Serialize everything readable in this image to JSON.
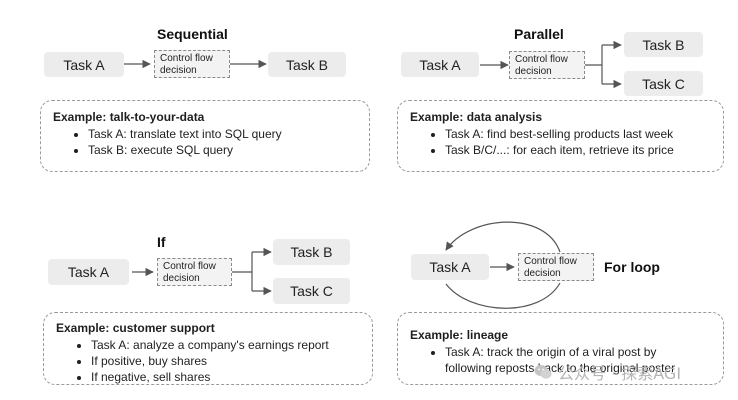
{
  "control_flow": {
    "line1": "Control flow",
    "line2": "decision"
  },
  "sequential": {
    "title": "Sequential",
    "task_a": "Task A",
    "task_b": "Task B",
    "example_title": "Example: talk-to-your-data",
    "bullets": [
      "Task A: translate text into SQL query",
      "Task B: execute SQL query"
    ]
  },
  "parallel": {
    "title": "Parallel",
    "task_a": "Task A",
    "task_b": "Task B",
    "task_c": "Task C",
    "example_title": "Example: data analysis",
    "bullets": [
      "Task A:  find best-selling products last week",
      "Task B/C/...: for each item, retrieve its price"
    ]
  },
  "if_flow": {
    "title": "If",
    "task_a": "Task A",
    "task_b": "Task B",
    "task_c": "Task C",
    "example_title": "Example: customer support",
    "bullets": [
      "Task A: analyze a company's earnings report",
      "If positive, buy shares",
      "If negative, sell shares"
    ]
  },
  "for_loop": {
    "title": "For loop",
    "task_a": "Task A",
    "example_title": "Example: lineage",
    "bullet": "Task A:  track the origin of a viral post by",
    "bullet_cont": "following reposts back to the original poster"
  },
  "watermark": {
    "text": "公众号 · 探索AGI"
  },
  "colors": {
    "box": "#ececec",
    "line": "#555555",
    "dash": "#9a9a9a"
  }
}
